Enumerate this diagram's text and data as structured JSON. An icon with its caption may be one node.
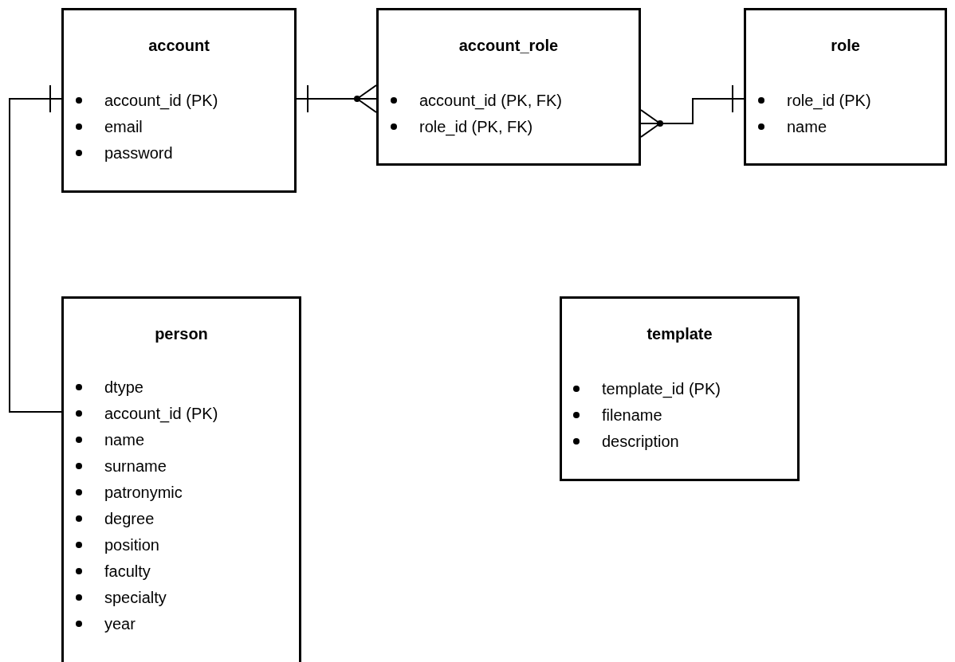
{
  "diagram": {
    "nodes": [
      {
        "text": [
          "account",
          "account_id (PK)",
          "email",
          "password"
        ]
      },
      {
        "text": [
          "account_role",
          "account_id (PK, FK)",
          "role_id (PK, FK)"
        ]
      },
      {
        "text": [
          "role",
          "role_id (PK)",
          "name"
        ]
      },
      {
        "text": [
          "person",
          "dtype",
          "account_id (PK)",
          "name",
          "surname",
          "patronymic",
          "degree",
          "position",
          "faculty",
          "specialty",
          "year"
        ]
      },
      {
        "text": [
          "template",
          "template_id (PK)",
          "filename",
          "description"
        ]
      }
    ],
    "edges": [
      {
        "from": 0,
        "to": 1,
        "arrow": "other"
      },
      {
        "from": 1,
        "to": 2,
        "arrow": "other"
      },
      {
        "from": 0,
        "to": 3,
        "arrow": "other"
      }
    ]
  }
}
